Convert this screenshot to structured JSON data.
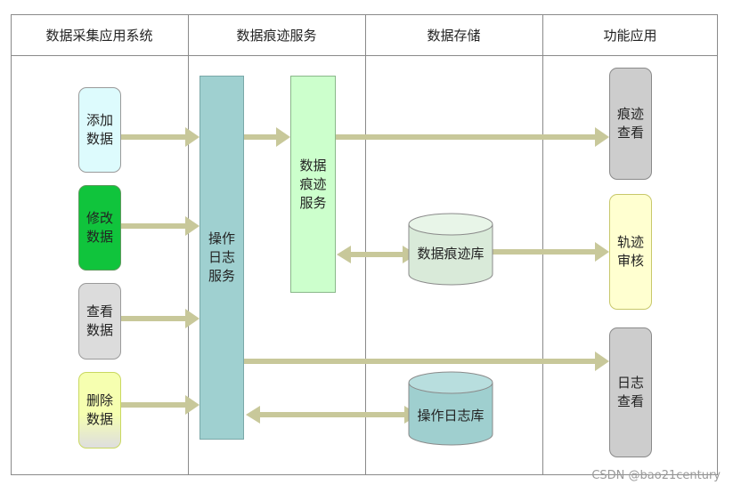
{
  "columns": [
    "数据采集应用系统",
    "数据痕迹服务",
    "数据存储",
    "功能应用"
  ],
  "sources": [
    {
      "label": "添加数据",
      "color": "#ddfbfd"
    },
    {
      "label": "修改数据",
      "color": "#10c43c"
    },
    {
      "label": "查看数据",
      "color": "#dcdcdc"
    },
    {
      "label": "删除数据",
      "color": "#f6ffb0"
    }
  ],
  "services": {
    "operation_log": {
      "label": "操作日志服务",
      "color": "#9fd0d0"
    },
    "data_trace": {
      "label": "数据痕迹服务",
      "color": "#ccffcc"
    }
  },
  "storage": {
    "trace_db": {
      "label": "数据痕迹库",
      "color": "#d9ead9"
    },
    "log_db": {
      "label": "操作日志库",
      "color": "#9fcfcf"
    }
  },
  "apps": [
    {
      "label": "痕迹查看",
      "color": "#cdcdcd"
    },
    {
      "label": "轨迹审核",
      "color": "#ffffd0"
    },
    {
      "label": "日志查看",
      "color": "#cdcdcd"
    }
  ],
  "colors": {
    "arrow": "#c8c89a",
    "border": "#8a8a8a"
  },
  "watermark": "CSDN @bao21century"
}
